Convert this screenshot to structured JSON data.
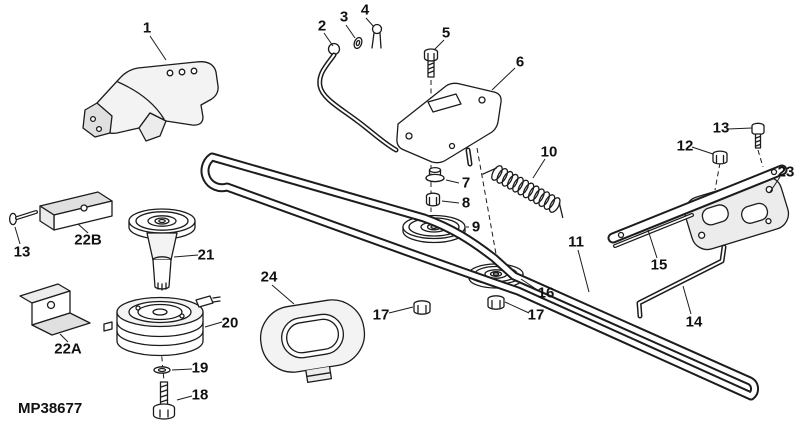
{
  "figure": {
    "code": "MP38677",
    "background": "#ffffff",
    "line_color": "#1c1c1c"
  },
  "callouts": [
    {
      "label": "1"
    },
    {
      "label": "2"
    },
    {
      "label": "3"
    },
    {
      "label": "4"
    },
    {
      "label": "5"
    },
    {
      "label": "6"
    },
    {
      "label": "7"
    },
    {
      "label": "8"
    },
    {
      "label": "9"
    },
    {
      "label": "10"
    },
    {
      "label": "11"
    },
    {
      "label": "12"
    },
    {
      "label": "13"
    },
    {
      "label": "14"
    },
    {
      "label": "15"
    },
    {
      "label": "16"
    },
    {
      "label": "17"
    },
    {
      "label": "17"
    },
    {
      "label": "18"
    },
    {
      "label": "19"
    },
    {
      "label": "20"
    },
    {
      "label": "21"
    },
    {
      "label": "22A"
    },
    {
      "label": "22B"
    },
    {
      "label": "13"
    },
    {
      "label": "23"
    },
    {
      "label": "24"
    }
  ]
}
